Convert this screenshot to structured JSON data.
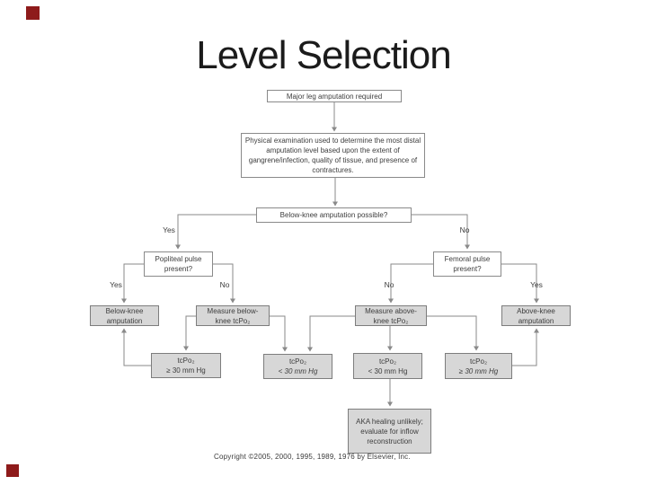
{
  "slide": {
    "title": "Level Selection",
    "copyright": "Copyright ©2005, 2000, 1995, 1989, 1976 by Elsevier, Inc."
  },
  "colors": {
    "accent_square": "#8e1b1b",
    "node_gray_fill": "#d7d7d7",
    "node_border": "#8a8a8a",
    "connector_line": "#8a8a8a"
  },
  "flowchart": {
    "nodes": {
      "major": {
        "text": "Major leg amputation required"
      },
      "physical": {
        "text": "Physical examination used to determine the most distal amputation level based upon the extent of gangrene/infection, quality of tissue, and presence of contractures."
      },
      "bka_possible": {
        "text": "Below-knee amputation possible?"
      },
      "popliteal": {
        "text": "Popliteal pulse present?"
      },
      "femoral": {
        "text": "Femoral pulse present?"
      },
      "bka": {
        "text": "Below-knee amputation"
      },
      "measure_bk": {
        "text": "Measure below-knee tcPo₂"
      },
      "measure_ak": {
        "text": "Measure above-knee tcPo₂"
      },
      "aka": {
        "text": "Above-knee amputation"
      },
      "tc_ge30_left": {
        "line1": "tcPo₂",
        "line2": "≥ 30 mm Hg"
      },
      "tc_lt30_left": {
        "line1": "tcPo₂",
        "line2": "< 30 mm Hg"
      },
      "tc_lt30_right": {
        "line1": "tcPo₂",
        "line2": "< 30 mm Hg"
      },
      "tc_ge30_right": {
        "line1": "tcPo₂",
        "line2": "≥ 30 mm Hg"
      },
      "aka_healing": {
        "text": "AKA healing unlikely; evaluate for inflow reconstruction"
      }
    },
    "labels": {
      "yes1": "Yes",
      "no1": "No",
      "yes2": "Yes",
      "no2": "No",
      "no3": "No",
      "yes3": "Yes"
    }
  }
}
